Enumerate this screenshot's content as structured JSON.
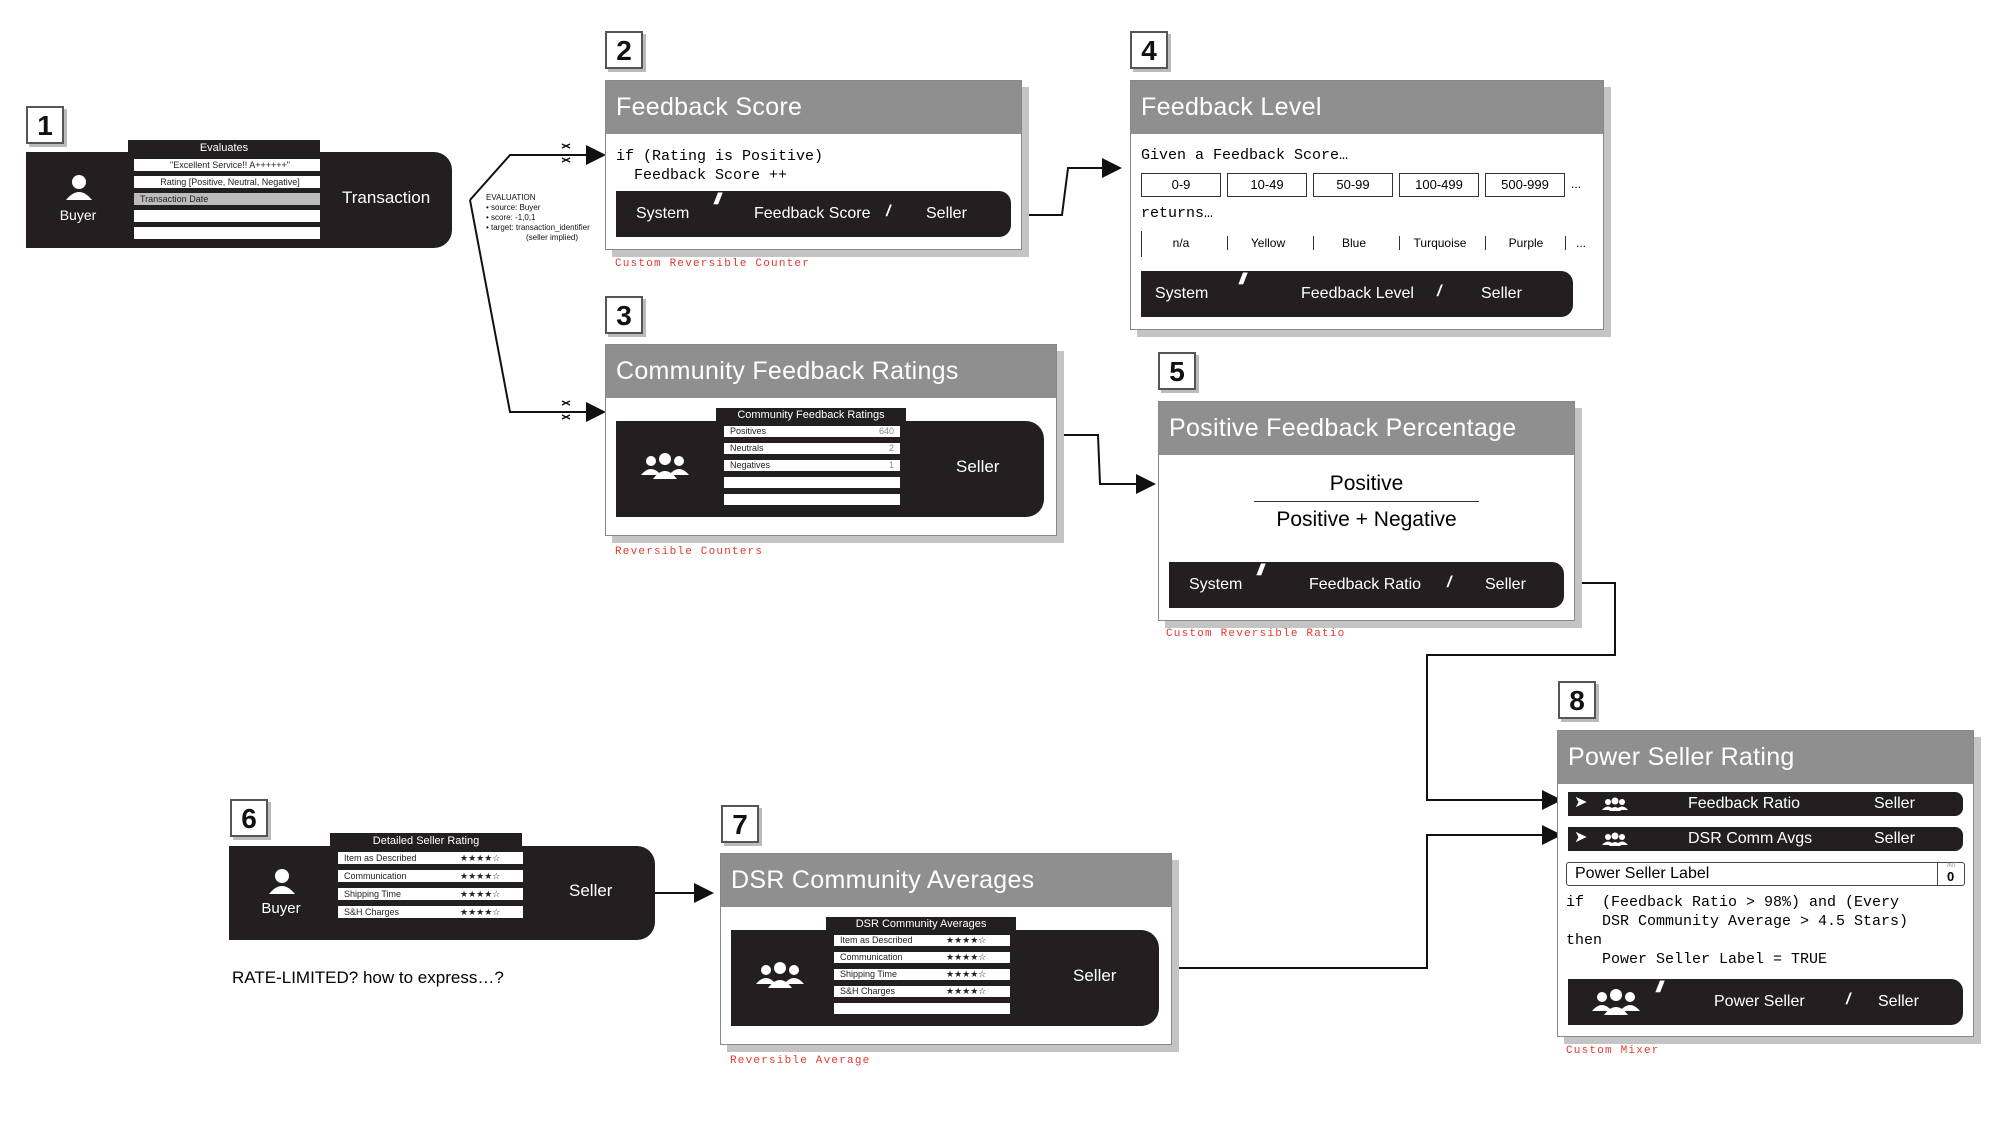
{
  "step_numbers": [
    "1",
    "2",
    "3",
    "4",
    "5",
    "6",
    "7",
    "8"
  ],
  "transaction": {
    "buyer": "Buyer",
    "target": "Transaction",
    "tab": "Evaluates",
    "rows": [
      "\"Excellent Service!! A++++++\"",
      "Rating  [Positive, Neutral, Negative]",
      "Transaction Date",
      "",
      ""
    ],
    "evaluation": [
      "EVALUATION",
      "• source: Buyer",
      "• score: -1,0,1",
      "• target: transaction_identifier",
      "(seller implied)"
    ]
  },
  "feedback_score": {
    "title": "Feedback Score",
    "code": [
      "if (Rating is Positive)",
      "  Feedback Score ++"
    ],
    "bar": [
      "System",
      "Feedback Score",
      "Seller"
    ],
    "caption": "Custom Reversible Counter"
  },
  "community_ratings": {
    "title": "Community Feedback Ratings",
    "tab": "Community Feedback Ratings",
    "rows": [
      {
        "label": "Positives",
        "value": "640"
      },
      {
        "label": "Neutrals",
        "value": "2"
      },
      {
        "label": "Negatives",
        "value": "1"
      },
      {
        "label": "",
        "value": ""
      },
      {
        "label": "",
        "value": ""
      }
    ],
    "target": "Seller",
    "caption": "Reversible Counters"
  },
  "feedback_level": {
    "title": "Feedback Level",
    "given": "Given a Feedback Score…",
    "ranges": [
      "0-9",
      "10-49",
      "50-99",
      "100-499",
      "500-999",
      "..."
    ],
    "returns": "returns…",
    "colors": [
      "n/a",
      "Yellow",
      "Blue",
      "Turquoise",
      "Purple",
      "..."
    ],
    "bar": [
      "System",
      "Feedback Level",
      "Seller"
    ]
  },
  "positive_pct": {
    "title": "Positive Feedback Percentage",
    "numerator": "Positive",
    "denominator": "Positive + Negative",
    "bar": [
      "System",
      "Feedback Ratio",
      "Seller"
    ],
    "caption": "Custom Reversible Ratio"
  },
  "detailed_rating": {
    "buyer": "Buyer",
    "target": "Seller",
    "tab": "Detailed Seller Rating",
    "rows": [
      {
        "label": "Item as Described",
        "stars": "★★★★☆"
      },
      {
        "label": "Communication",
        "stars": "★★★★☆"
      },
      {
        "label": "Shipping Time",
        "stars": "★★★★☆"
      },
      {
        "label": "S&H Charges",
        "stars": "★★★★☆"
      }
    ],
    "note": "RATE-LIMITED? how to express…?"
  },
  "dsr_averages": {
    "title": "DSR Community Averages",
    "tab": "DSR Community Averages",
    "rows": [
      {
        "label": "Item as Described",
        "stars": "★★★★☆"
      },
      {
        "label": "Communication",
        "stars": "★★★★☆"
      },
      {
        "label": "Shipping Time",
        "stars": "★★★★☆"
      },
      {
        "label": "S&H Charges",
        "stars": "★★★★☆"
      },
      {
        "label": "",
        "stars": ""
      }
    ],
    "target": "Seller",
    "caption": "Reversible Average"
  },
  "power_seller": {
    "title": "Power Seller Rating",
    "inputs": [
      {
        "label": "Feedback Ratio",
        "target": "Seller"
      },
      {
        "label": "DSR Comm Avgs",
        "target": "Seller"
      }
    ],
    "label_field": "Power Seller Label",
    "field_tag": "INT",
    "field_value": "0",
    "code": [
      "if  (Feedback Ratio > 98%) and (Every",
      "    DSR Community Average > 4.5 Stars)",
      "then",
      "    Power Seller Label = TRUE"
    ],
    "bar": [
      "Power Seller",
      "Seller"
    ],
    "caption": "Custom Mixer"
  }
}
